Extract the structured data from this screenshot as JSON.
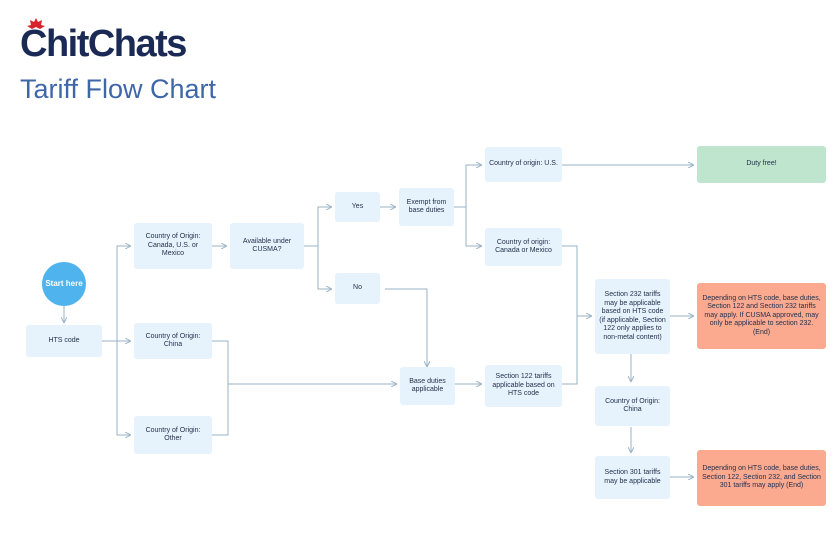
{
  "header": {
    "logo_text": "ChitChats",
    "title": "Tariff Flow Chart"
  },
  "colors": {
    "navy": "#1a2a55",
    "title_blue": "#3f66a8",
    "box": "#e6f3fc",
    "green": "#bfe5cf",
    "red": "#fbaa90",
    "start": "#4fb3ee",
    "leaf": "#d8232a",
    "arrow": "#9ab3c7"
  },
  "nodes": {
    "start": "Start here",
    "hts_code": "HTS code",
    "origin_cusma": "Country of Origin: Canada, U.S. or Mexico",
    "origin_china": "Country of Origin: China",
    "origin_other": "Country of Origin: Other",
    "available_cusma": "Available under CUSMA?",
    "yes": "Yes",
    "no": "No",
    "exempt": "Exempt from base duties",
    "base_duties": "Base duties applicable",
    "origin_us": "Country of origin: U.S.",
    "origin_ca_mx": "Country of origin: Canada or Mexico",
    "section122": "Section 122 tariffs applicable based on HTS code",
    "duty_free": "Duty free!",
    "section232": "Section 232 tariffs may be applicable based on HTS code (if applicable, Section 122 only applies to non-metal content)",
    "origin_china_2": "Country of Origin: China",
    "section301": "Section 301 tariffs may be applicable",
    "end_232": "Depending on HTS code, base duties, Section 122 and Section 232 tariffs may apply. If CUSMA approved, may only be applicable to section 232. (End)",
    "end_301": "Depending on HTS code, base duties, Section 122, Section 232, and Section 301 tariffs may apply (End)"
  }
}
